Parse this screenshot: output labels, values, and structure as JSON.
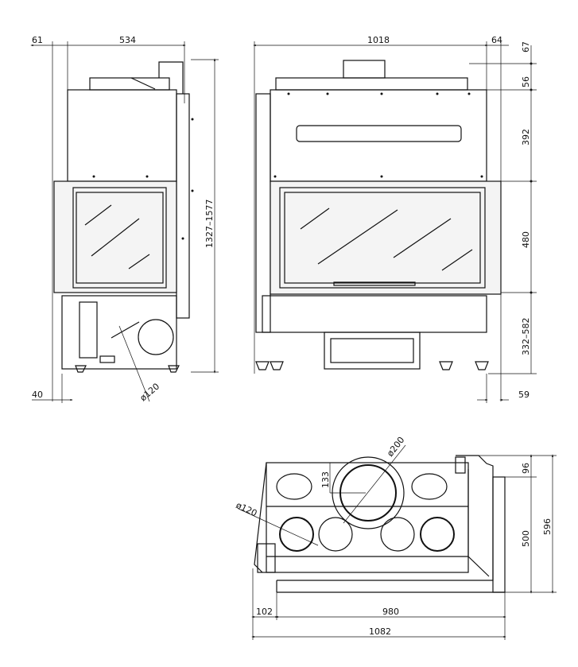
{
  "front_side_view": {
    "dims": {
      "offset_left": "61",
      "depth": "534",
      "height_range": "1327–1577",
      "foot_offset": "40",
      "flue_diameter": "ø120"
    }
  },
  "front_view": {
    "dims": {
      "width": "1018",
      "side_offset": "64",
      "top_flue": "67",
      "top_rail": "56",
      "upper_body": "392",
      "door_height": "480",
      "base_height_range": "332–582",
      "foot_offset": "59"
    }
  },
  "top_view": {
    "dims": {
      "main_flue_diameter": "ø200",
      "flue_offset": "133",
      "outlet_diameter": "ø120",
      "side_step": "96",
      "depth": "500",
      "total_depth": "596",
      "left_offset": "102",
      "width": "980",
      "total_width": "1082"
    }
  }
}
